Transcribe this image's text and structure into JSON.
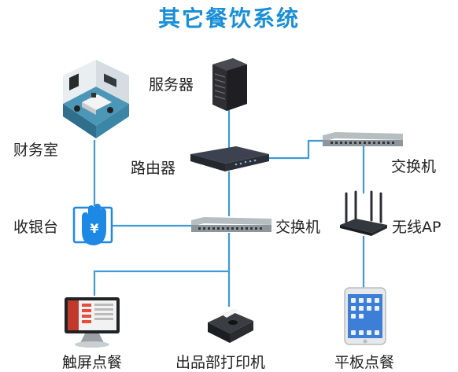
{
  "title": "其它餐饮系统",
  "colors": {
    "title": "#1a8fd8",
    "line": "#3f9ad8",
    "label": "#222222",
    "switch_body": "#8d969b",
    "router_body": "#2b2f36",
    "server_body": "#2e2e33",
    "pos_hand": "#1e88e5"
  },
  "nodes": {
    "server": {
      "label": "服务器",
      "icon": "server-rack-icon"
    },
    "finance": {
      "label": "财务室",
      "icon": "office-room-icon"
    },
    "router": {
      "label": "路由器",
      "icon": "router-icon"
    },
    "switch_top": {
      "label": "交换机",
      "icon": "network-switch-icon"
    },
    "switch_mid": {
      "label": "交换机",
      "icon": "network-switch-icon"
    },
    "cashier": {
      "label": "收银台",
      "icon": "cash-payment-icon",
      "symbol": "¥"
    },
    "wireless_ap": {
      "label": "无线AP",
      "icon": "wireless-router-icon"
    },
    "touch_pos": {
      "label": "触屏点餐",
      "icon": "touchscreen-pos-icon"
    },
    "printer": {
      "label": "出品部打印机",
      "icon": "receipt-printer-icon"
    },
    "tablet": {
      "label": "平板点餐",
      "icon": "tablet-icon"
    }
  }
}
